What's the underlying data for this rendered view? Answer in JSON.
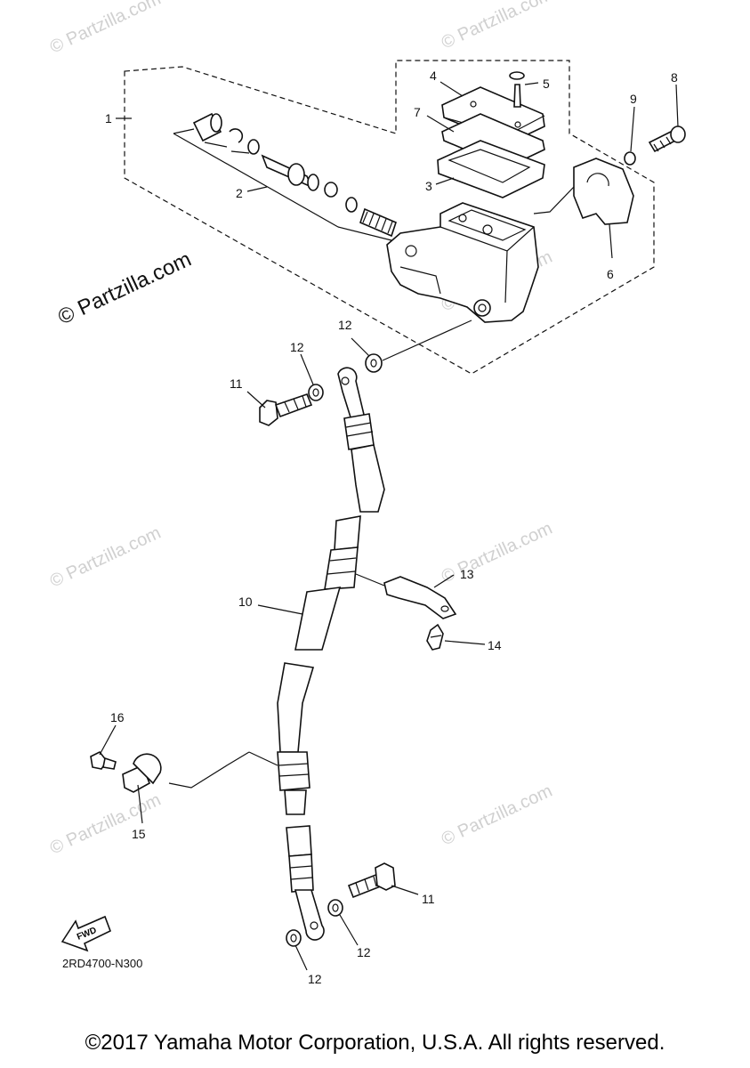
{
  "watermark": {
    "text": "© Partzilla.com"
  },
  "diagram": {
    "callouts": [
      {
        "id": "c1",
        "label": "1"
      },
      {
        "id": "c2",
        "label": "2"
      },
      {
        "id": "c3",
        "label": "3"
      },
      {
        "id": "c4",
        "label": "4"
      },
      {
        "id": "c5",
        "label": "5"
      },
      {
        "id": "c6",
        "label": "6"
      },
      {
        "id": "c7",
        "label": "7"
      },
      {
        "id": "c8",
        "label": "8"
      },
      {
        "id": "c9",
        "label": "9"
      },
      {
        "id": "c10",
        "label": "10"
      },
      {
        "id": "c11a",
        "label": "11"
      },
      {
        "id": "c11b",
        "label": "11"
      },
      {
        "id": "c12a",
        "label": "12"
      },
      {
        "id": "c12b",
        "label": "12"
      },
      {
        "id": "c12c",
        "label": "12"
      },
      {
        "id": "c12d",
        "label": "12"
      },
      {
        "id": "c13",
        "label": "13"
      },
      {
        "id": "c14",
        "label": "14"
      },
      {
        "id": "c15",
        "label": "15"
      },
      {
        "id": "c16",
        "label": "16"
      }
    ],
    "fwd_label": "FWD",
    "diagram_code": "2RD4700-N300"
  },
  "footer": {
    "copyright": "©2017 Yamaha Motor Corporation, U.S.A. All rights reserved."
  }
}
